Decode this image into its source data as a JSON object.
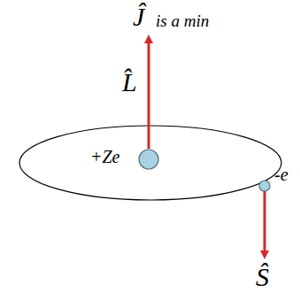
{
  "diagram": {
    "labels": [
      "Ĵ",
      "is a min",
      "L̂",
      "+Ze",
      "-e",
      "Ŝ"
    ]
  }
}
